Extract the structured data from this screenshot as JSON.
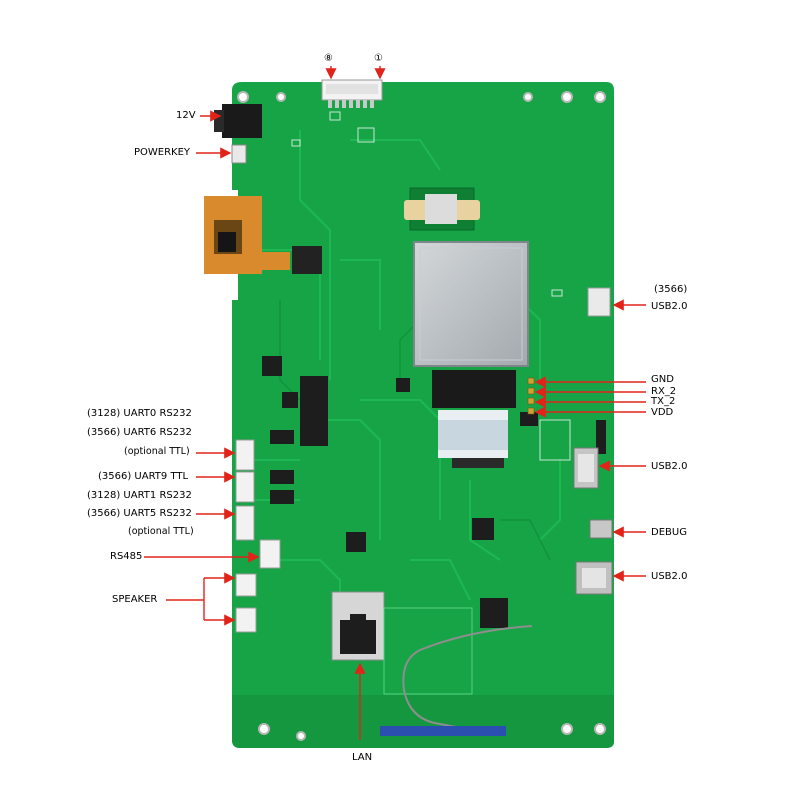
{
  "top_connector": {
    "left_pin": "⑧",
    "right_pin": "①"
  },
  "labels": {
    "v12": "12V",
    "powerkey": "POWERKEY",
    "uart0": "(3128) UART0 RS232",
    "uart6": "(3566) UART6 RS232",
    "optional1": "(optional TTL)",
    "uart9": "(3566) UART9 TTL",
    "uart1": "(3128) UART1 RS232",
    "uart5": "(3566) UART5 RS232",
    "optional2": "(optional TTL)",
    "rs485": "RS485",
    "speaker": "SPEAKER",
    "lan": "LAN",
    "usb_3566": "(3566)",
    "usb_top": "USB2.0",
    "gnd": "GND",
    "rx2": "RX_2",
    "tx2": "TX_2",
    "vdd": "VDD",
    "usb_mid": "USB2.0",
    "debug": "DEBUG",
    "usb_bottom": "USB2.0"
  },
  "colors": {
    "pcb": "#17a447",
    "pcb_dark": "#0f7f33",
    "trace": "#1cb653",
    "arrow": "#e2231a",
    "shield": "#b9bfc4",
    "fpc": "#d88a2c"
  }
}
